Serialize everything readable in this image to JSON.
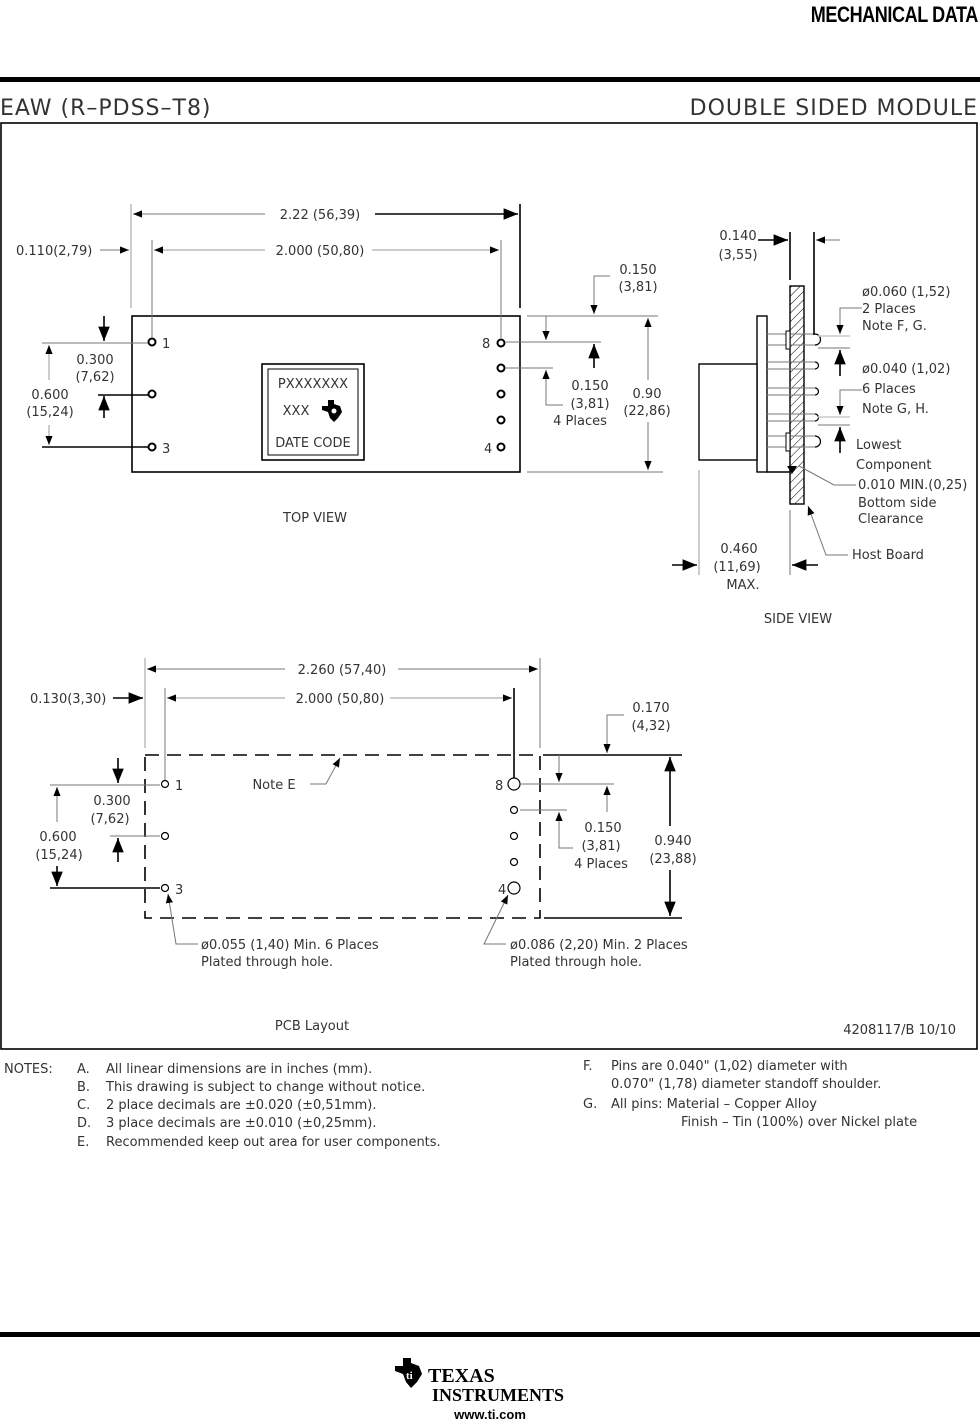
{
  "header": {
    "section_title": "MECHANICAL DATA",
    "package_code": "EAW (R–PDSS–T8)",
    "package_type": "DOUBLE SIDED MODULE"
  },
  "top_view": {
    "caption": "TOP VIEW",
    "dim_overall_width": "2.22 (56,39)",
    "dim_pin_span": "2.000 (50,80)",
    "dim_edge_offset": "0.110(2,79)",
    "dim_edge_top": "0.150",
    "dim_edge_top_mm": "(3,81)",
    "dim_pitch_left": "0.300",
    "dim_pitch_left_mm": "(7,62)",
    "dim_row_left": "0.600",
    "dim_row_left_mm": "(15,24)",
    "dim_pitch_right": "0.150",
    "dim_pitch_right_mm": "(3,81)",
    "dim_pitch_right_note": "4 Places",
    "dim_height": "0.90",
    "dim_height_mm": "(22,86)",
    "pin_labels": [
      "1",
      "3",
      "8",
      "4"
    ],
    "marking": {
      "line1": "PXXXXXXX",
      "line2": "XXX",
      "line3": "DATE CODE",
      "logo": "ti-logo-icon"
    }
  },
  "side_view": {
    "caption": "SIDE VIEW",
    "dim_thickness": "0.140",
    "dim_thickness_mm": "(3,55)",
    "pin_large_dia": "ø0.060 (1,52)",
    "pin_large_places": "2 Places",
    "pin_large_note": "Note F, G.",
    "pin_small_dia": "ø0.040 (1,02)",
    "pin_small_places": "6 Places",
    "pin_small_note": "Note G, H.",
    "lowest_1": "Lowest",
    "lowest_2": "Component",
    "clearance_1": "0.010 MIN.(0,25)",
    "clearance_2": "Bottom side",
    "clearance_3": "Clearance",
    "host_board": "Host Board",
    "dim_max_height": "0.460",
    "dim_max_height_mm": "(11,69)",
    "dim_max_height_note": "MAX."
  },
  "pcb_layout": {
    "caption": "PCB Layout",
    "dim_overall_width": "2.260 (57,40)",
    "dim_pin_span": "2.000 (50,80)",
    "dim_edge_offset": "0.130(3,30)",
    "dim_edge_top": "0.170",
    "dim_edge_top_mm": "(4,32)",
    "dim_pitch_left": "0.300",
    "dim_pitch_left_mm": "(7,62)",
    "dim_row_left": "0.600",
    "dim_row_left_mm": "(15,24)",
    "dim_pitch_right": "0.150",
    "dim_pitch_right_mm": "(3,81)",
    "dim_pitch_right_note": "4 Places",
    "dim_height": "0.940",
    "dim_height_mm": "(23,88)",
    "note_e": "Note E",
    "pin_labels": [
      "1",
      "3",
      "8",
      "4"
    ],
    "hole_small_1": "ø0.055 (1,40) Min. 6 Places",
    "hole_small_2": "Plated through hole.",
    "hole_large_1": "ø0.086 (2,20) Min. 2 Places",
    "hole_large_2": "Plated through hole."
  },
  "drawing_number": "4208117/B 10/10",
  "notes": {
    "label": "NOTES:",
    "items": [
      {
        "letter": "A.",
        "text": "All linear dimensions are in inches (mm)."
      },
      {
        "letter": "B.",
        "text": "This drawing is subject to change without notice."
      },
      {
        "letter": "C.",
        "text": "2 place decimals are ±0.020 (±0,51mm)."
      },
      {
        "letter": "D.",
        "text": "3 place decimals are ±0.010 (±0,25mm)."
      },
      {
        "letter": "E.",
        "text": "Recommended keep out area for user components."
      }
    ],
    "right_items": [
      {
        "letter": "F.",
        "text": "Pins  are 0.040\" (1,02) diameter with",
        "cont": "0.070\" (1,78) diameter standoff shoulder."
      },
      {
        "letter": "G.",
        "text": "All pins: Material – Copper Alloy",
        "cont": "Finish – Tin (100%) over Nickel plate"
      }
    ]
  },
  "footer": {
    "brand_line1": "TEXAS",
    "brand_line2": "INSTRUMENTS",
    "url": "www.ti.com"
  }
}
